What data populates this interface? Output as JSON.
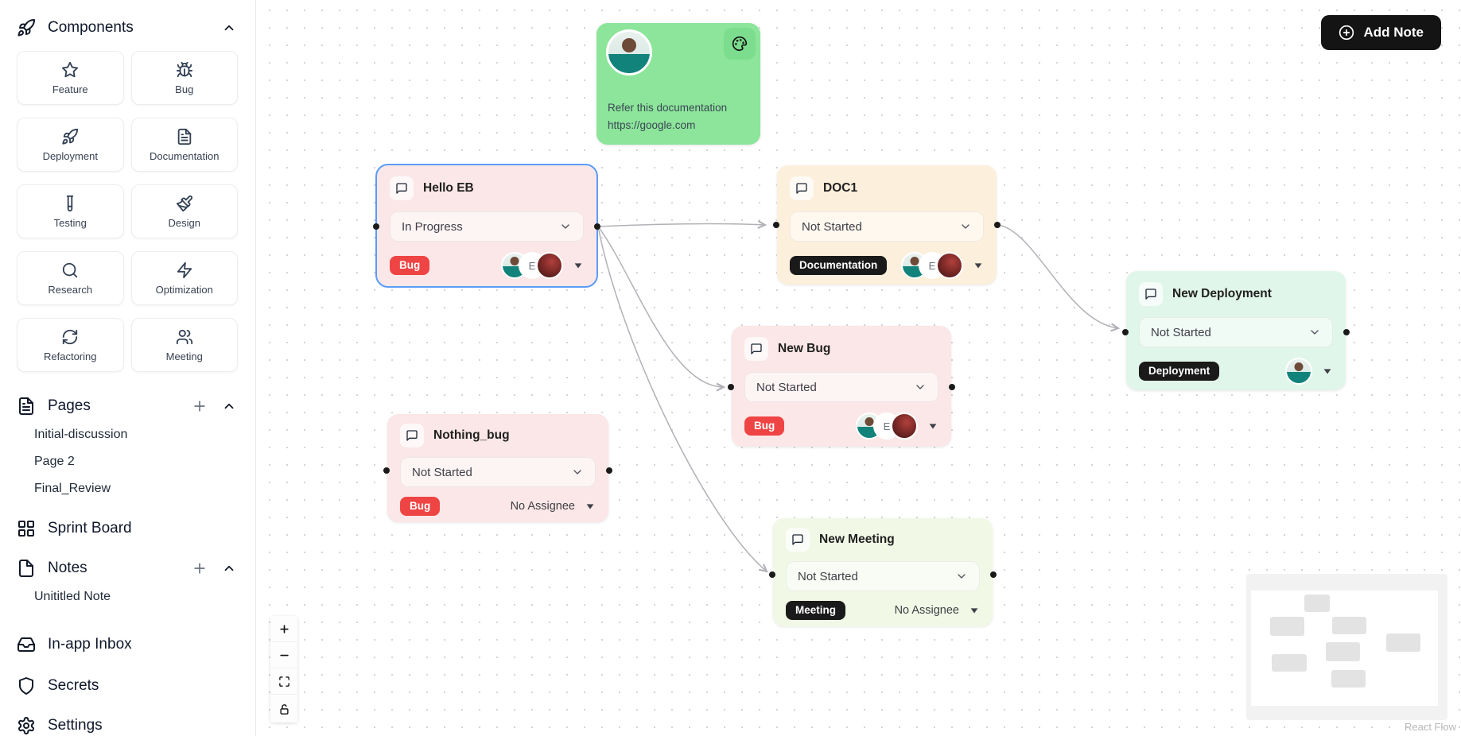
{
  "sidebar": {
    "components": {
      "title": "Components",
      "items": [
        {
          "label": "Feature",
          "icon": "star-icon"
        },
        {
          "label": "Bug",
          "icon": "bug-icon"
        },
        {
          "label": "Deployment",
          "icon": "rocket-icon"
        },
        {
          "label": "Documentation",
          "icon": "file-text-icon"
        },
        {
          "label": "Testing",
          "icon": "test-tube-icon"
        },
        {
          "label": "Design",
          "icon": "paintbrush-icon"
        },
        {
          "label": "Research",
          "icon": "search-icon"
        },
        {
          "label": "Optimization",
          "icon": "zap-icon"
        },
        {
          "label": "Refactoring",
          "icon": "refresh-icon"
        },
        {
          "label": "Meeting",
          "icon": "users-icon"
        }
      ]
    },
    "pages": {
      "title": "Pages",
      "items": [
        "Initial-discussion",
        "Page 2",
        "Final_Review"
      ]
    },
    "sprint_board_label": "Sprint Board",
    "notes": {
      "title": "Notes",
      "items": [
        "Unititled Note"
      ]
    },
    "inbox_label": "In-app Inbox",
    "secrets_label": "Secrets",
    "settings_label": "Settings"
  },
  "toolbar": {
    "add_note_label": "Add Note"
  },
  "sticky_note": {
    "line1": "Refer this documentation",
    "line2": "https://google.com"
  },
  "nodes": [
    {
      "title": "Hello EB",
      "status": "In Progress",
      "badge": "Bug"
    },
    {
      "title": "DOC1",
      "status": "Not Started",
      "badge": "Documentation"
    },
    {
      "title": "New Deployment",
      "status": "Not Started",
      "badge": "Deployment"
    },
    {
      "title": "New Bug",
      "status": "Not Started",
      "badge": "Bug"
    },
    {
      "title": "Nothing_bug",
      "status": "Not Started",
      "badge": "Bug",
      "assignee": "No Assignee"
    },
    {
      "title": "New Meeting",
      "status": "Not Started",
      "badge": "Meeting",
      "assignee": "No Assignee"
    }
  ],
  "edges": [
    {
      "from": "Hello EB",
      "to": "DOC1"
    },
    {
      "from": "Hello EB",
      "to": "New Bug"
    },
    {
      "from": "Hello EB",
      "to": "New Meeting"
    },
    {
      "from": "DOC1",
      "to": "New Deployment"
    }
  ],
  "avatars": {
    "letter": "E"
  },
  "attribution": "React Flow",
  "colors": {
    "selected_border": "#5b9cf8",
    "badge_red": "#ef4444",
    "badge_black": "#1a1a1a",
    "node_pink": "#fbe7e7",
    "node_cream": "#fcefdc",
    "node_mint": "#e1f6ea",
    "node_lightgreen": "#f1f9e6",
    "note_green": "#8ce59a",
    "edge_gray": "#b1b1b7"
  }
}
